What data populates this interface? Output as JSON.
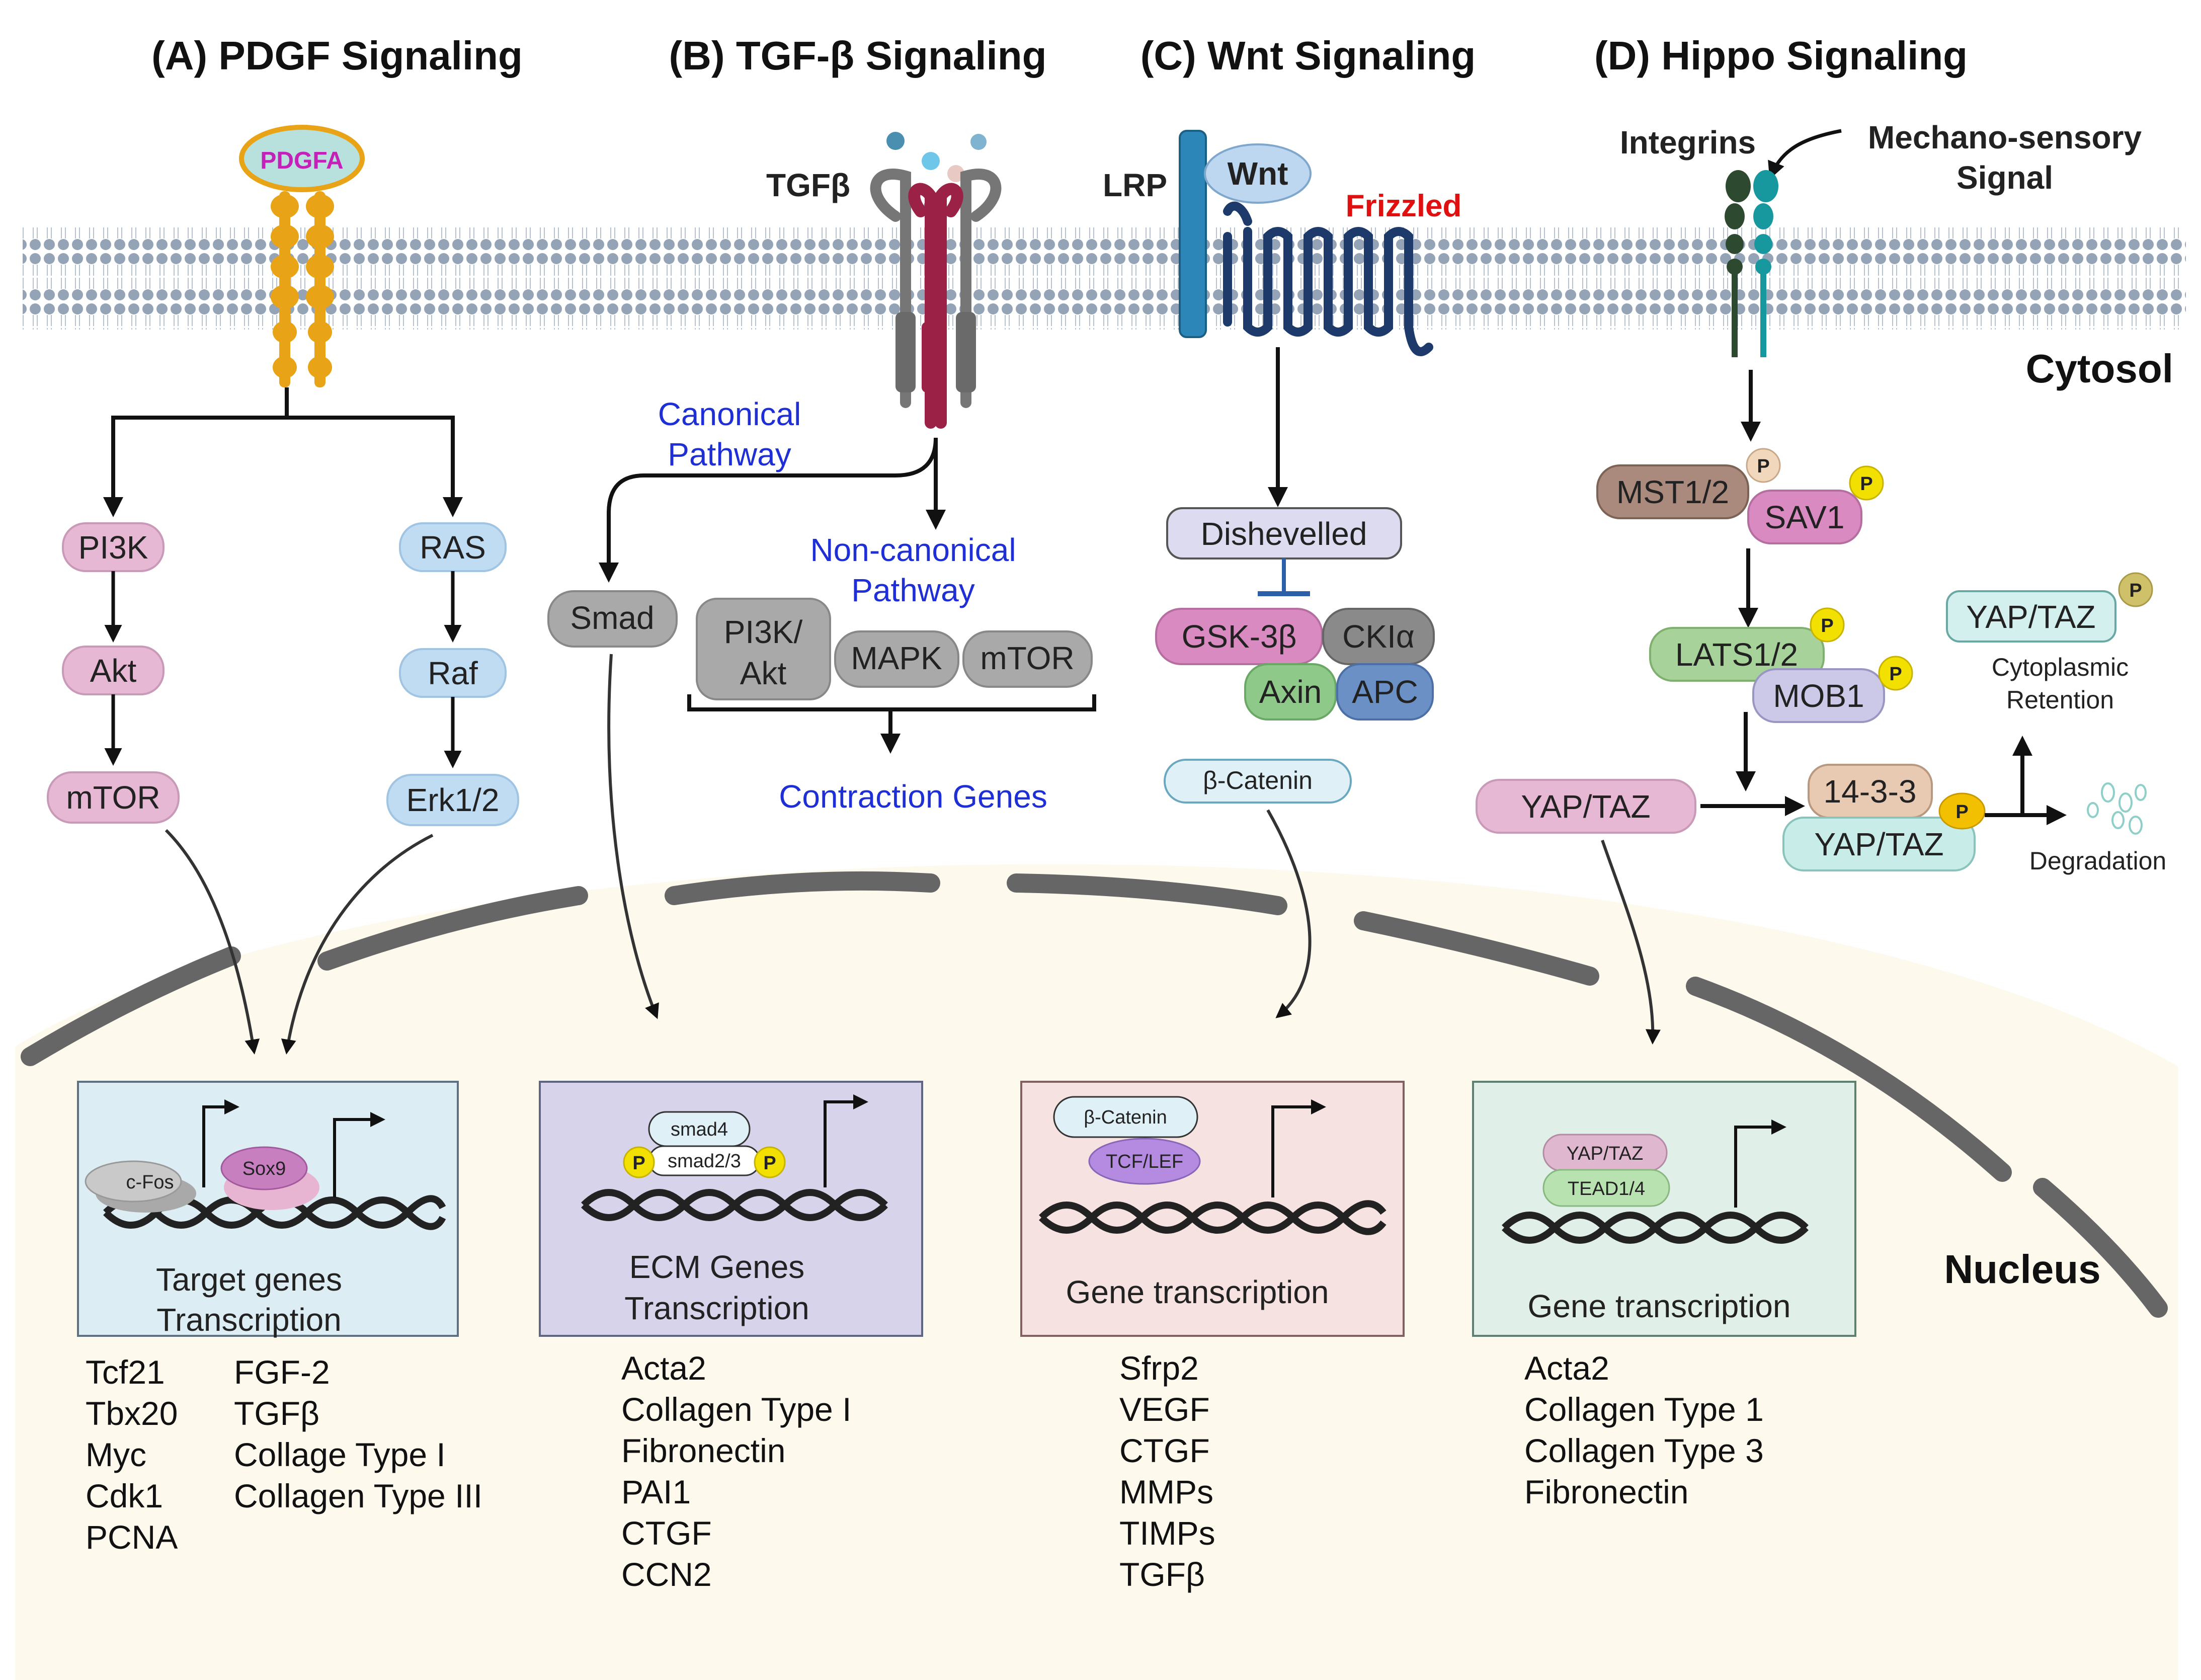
{
  "titles": {
    "pdgf": "(A) PDGF Signaling",
    "tgfb": "(B) TGF-β Signaling",
    "wnt": "(C) Wnt Signaling",
    "hippo": "(D) Hippo Signaling"
  },
  "regions": {
    "cytosol": "Cytosol",
    "nucleus": "Nucleus"
  },
  "pdgf": {
    "ligand": "PDGFA",
    "pi3k": "PI3K",
    "akt": "Akt",
    "mtor": "mTOR",
    "ras": "RAS",
    "raf": "Raf",
    "erk": "Erk1/2",
    "tf1": "c-Fos",
    "tf2": "Sox9",
    "box_line1": "Target genes",
    "box_line2": "Transcription",
    "genes_col1": [
      "Tcf21",
      "Tbx20",
      "Myc",
      "Cdk1",
      "PCNA"
    ],
    "genes_col2": [
      "FGF-2",
      "TGFβ",
      "Collage Type I",
      "Collagen Type III"
    ]
  },
  "tgfb": {
    "ligand": "TGFβ",
    "canonical_line1": "Canonical",
    "canonical_line2": "Pathway",
    "noncanonical_line1": "Non-canonical",
    "noncanonical_line2": "Pathway",
    "smad": "Smad",
    "pi3k_line1": "PI3K/",
    "pi3k_line2": "Akt",
    "mapk": "MAPK",
    "mtor": "mTOR",
    "contraction": "Contraction Genes",
    "smad4": "smad4",
    "smad23": "smad2/3",
    "p": "P",
    "box_line1": "ECM Genes",
    "box_line2": "Transcription",
    "genes": [
      "Acta2",
      "Collagen Type I",
      "Fibronectin",
      "PAI1",
      "CTGF",
      "CCN2"
    ]
  },
  "wnt": {
    "lrp": "LRP",
    "ligand": "Wnt",
    "frizzled": "Frizzled",
    "dishevelled": "Dishevelled",
    "gsk": "GSK-3β",
    "ck": "CKIα",
    "axin": "Axin",
    "apc": "APC",
    "catenin": "β-Catenin",
    "box_catenin": "β-Catenin",
    "tcf": "TCF/LEF",
    "box_line1": "Gene transcription",
    "genes": [
      "Sfrp2",
      "VEGF",
      "CTGF",
      "MMPs",
      "TIMPs",
      "TGFβ"
    ]
  },
  "hippo": {
    "integrins": "Integrins",
    "mech_line1": "Mechano-sensory",
    "mech_line2": "Signal",
    "mst": "MST1/2",
    "sav": "SAV1",
    "lats": "LATS1/2",
    "mob": "MOB1",
    "yap": "YAP/TAZ",
    "p1433": "14-3-3",
    "yap2": "YAP/TAZ",
    "yap3": "YAP/TAZ",
    "cyto_line1": "Cytoplasmic",
    "cyto_line2": "Retention",
    "degradation": "Degradation",
    "box_yap": "YAP/TAZ",
    "tead": "TEAD1/4",
    "box_line1": "Gene transcription",
    "genes": [
      "Acta2",
      "Collagen Type 1",
      "Collagen Type 3",
      "Fibronectin"
    ],
    "p": "P"
  }
}
